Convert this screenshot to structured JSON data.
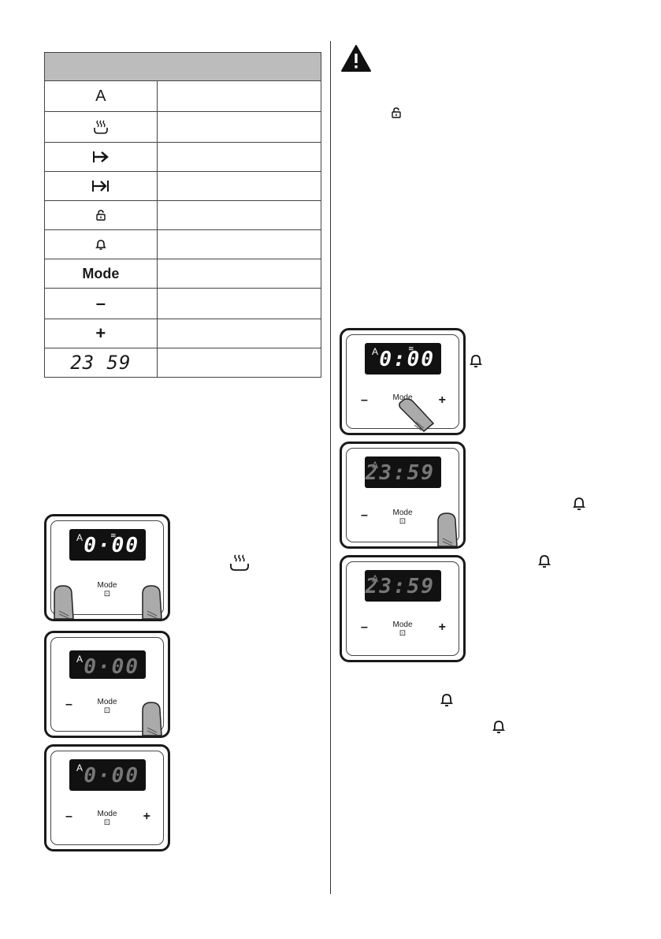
{
  "table": {
    "header": "",
    "rows": [
      {
        "symbol": "A",
        "icon": "auto-letter",
        "description": ""
      },
      {
        "symbol": "",
        "icon": "steam-pot-icon",
        "description": ""
      },
      {
        "symbol": "",
        "icon": "arrow-right-icon",
        "description": ""
      },
      {
        "symbol": "",
        "icon": "arrow-to-end-icon",
        "description": ""
      },
      {
        "symbol": "",
        "icon": "lock-icon",
        "description": ""
      },
      {
        "symbol": "",
        "icon": "bell-icon",
        "description": ""
      },
      {
        "symbol": "Mode",
        "icon": "mode-label",
        "description": ""
      },
      {
        "symbol": "–",
        "icon": "minus-sign",
        "description": ""
      },
      {
        "symbol": "+",
        "icon": "plus-sign",
        "description": ""
      },
      {
        "symbol": "23 59",
        "icon": "segment-display",
        "description": ""
      }
    ]
  },
  "panels": {
    "left": [
      {
        "auto": "A",
        "digits": "0·00",
        "minus": "",
        "mode": "Mode",
        "plus": ""
      },
      {
        "auto": "A",
        "digits": "0·00",
        "minus": "–",
        "mode": "Mode",
        "plus": ""
      },
      {
        "auto": "A",
        "digits": "0·00",
        "minus": "–",
        "mode": "Mode",
        "plus": "+"
      }
    ],
    "right": [
      {
        "auto": "A",
        "digits": "0:00",
        "minus": "–",
        "mode": "Mode",
        "plus": "+"
      },
      {
        "auto": "A",
        "digits": "23:59",
        "minus": "–",
        "mode": "Mode",
        "plus": ""
      },
      {
        "auto": "A",
        "digits": "23:59",
        "minus": "–",
        "mode": "Mode",
        "plus": "+"
      }
    ]
  },
  "colors": {
    "header_bg": "#bcbcbc",
    "lcd_bg": "#111111",
    "ink": "#1a1a1a"
  }
}
